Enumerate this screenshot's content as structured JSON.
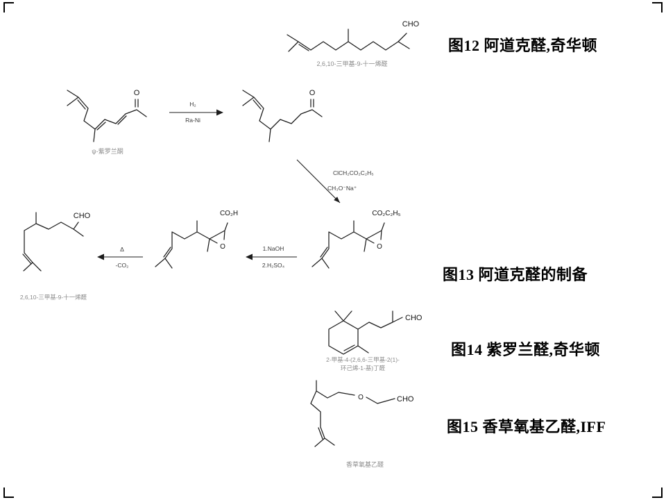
{
  "labels": {
    "fig12": "图12 阿道克醛,奇华顿",
    "fig13": "图13 阿道克醛的制备",
    "fig14": "图14 紫罗兰醛,奇华顿",
    "fig15": "图15 香草氧基乙醛,IFF"
  },
  "captions": {
    "adoxal_top": "2,6,10-三甲基-9-十一烯醛",
    "psi_ionone": "ψ-紫罗兰酮",
    "adoxal_product": "2,6,10-三甲基-9-十一烯醛",
    "ional_1": "2-甲基-4-(2,6,6-三甲基-2(1)-",
    "ional_2": "环己烯-1-基)丁醛",
    "vanilla": "香草氧基乙醛"
  },
  "reagents": {
    "h2": "H₂",
    "ra_ni": "Ra-Ni",
    "chloroacetate": "ClCH₂CO₂C₂H₅",
    "methoxide": "CH₃O⁻Na⁺",
    "naoh": "1.NaOH",
    "h2so4": "2.H₂SO₄",
    "delta": "Δ",
    "co2": "-CO₂"
  },
  "atoms": {
    "cho": "CHO",
    "o": "O",
    "co2h": "CO₂H",
    "co2et": "CO₂C₂H₅"
  }
}
